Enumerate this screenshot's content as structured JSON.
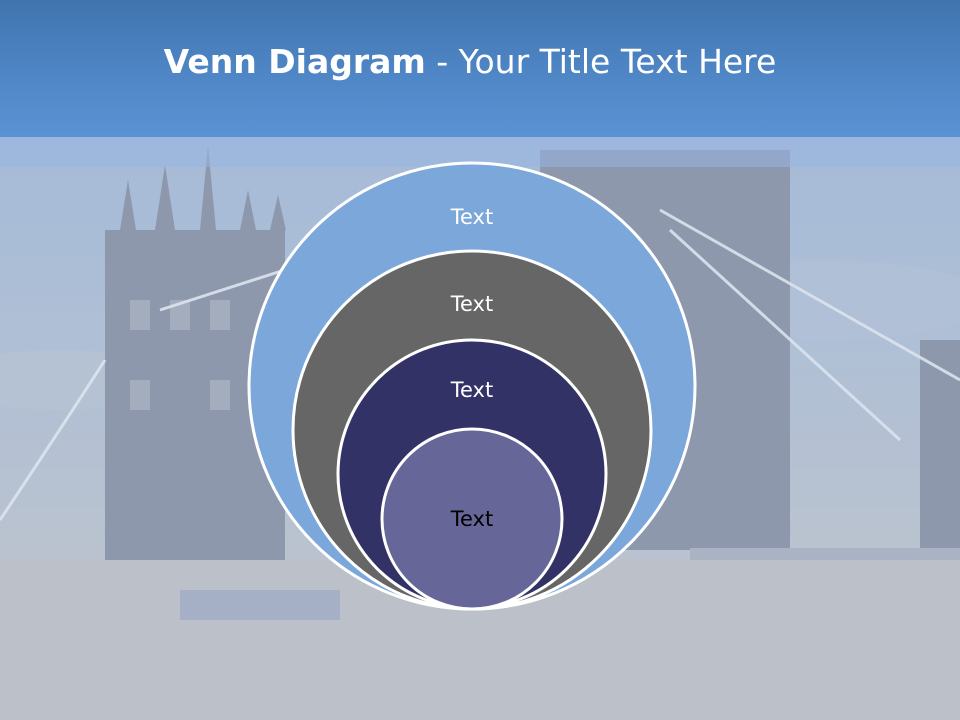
{
  "title": {
    "bold": "Venn Diagram",
    "rest": " - Your Title Text Here"
  },
  "venn": {
    "circles": [
      {
        "label": "Text",
        "fill": "#7ba7da",
        "text_color": "#ffffff"
      },
      {
        "label": "Text",
        "fill": "#666666",
        "text_color": "#ffffff"
      },
      {
        "label": "Text",
        "fill": "#323267",
        "text_color": "#ffffff"
      },
      {
        "label": "Text",
        "fill": "#666699",
        "text_color": "#000000"
      }
    ]
  },
  "colors": {
    "header": "#4f86c6",
    "stroke": "#ffffff"
  }
}
